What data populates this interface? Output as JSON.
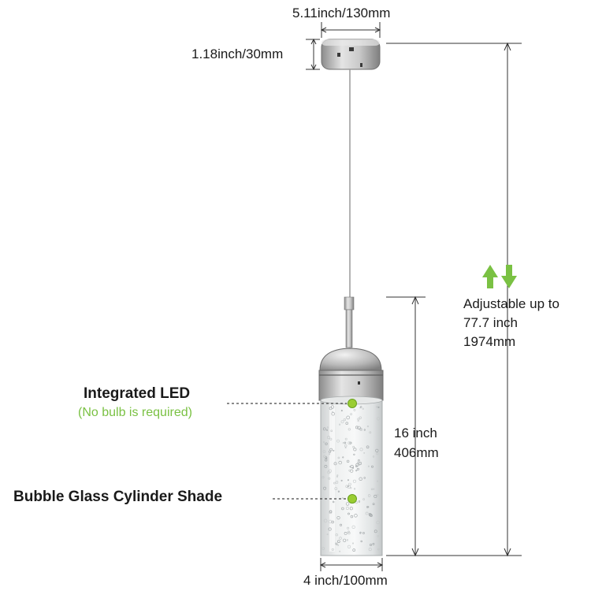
{
  "dimensions": {
    "canopy_width": "5.11inch/130mm",
    "canopy_height": "1.18inch/30mm",
    "adjustable_line1": "Adjustable up to",
    "adjustable_line2": "77.7 inch",
    "adjustable_line3": "1974mm",
    "shade_height_line1": "16 inch",
    "shade_height_line2": "406mm",
    "shade_width": "4 inch/100mm"
  },
  "callouts": {
    "led_title": "Integrated LED",
    "led_note": "(No bulb is required)",
    "shade_title": "Bubble Glass Cylinder Shade"
  },
  "colors": {
    "accent_green": "#7ac143",
    "metal": "#b5b5b5",
    "line": "#333333"
  },
  "icons": {
    "adjust_arrows": "up-down-arrows-icon"
  }
}
